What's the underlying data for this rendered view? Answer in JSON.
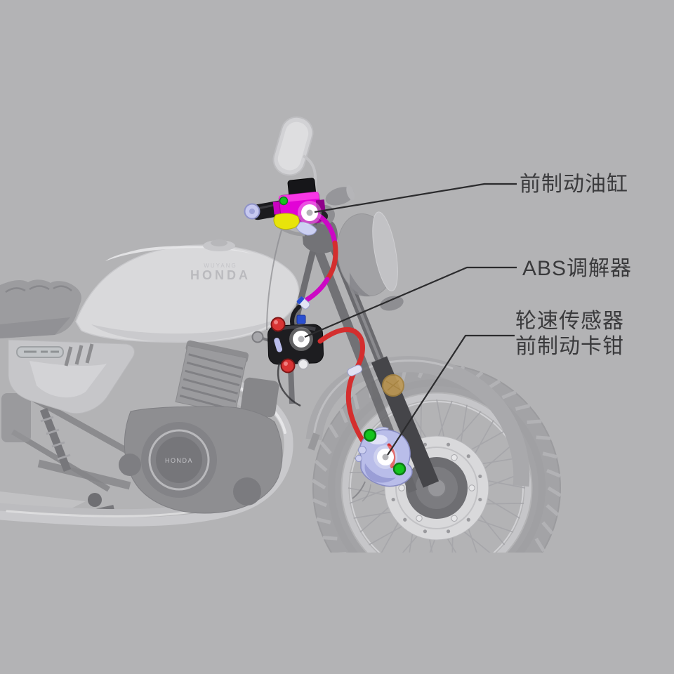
{
  "callouts": [
    {
      "label": "前制动油缸"
    },
    {
      "label": "ABS调解器"
    },
    {
      "label": "轮速传感器"
    },
    {
      "label": "前制动卡钳"
    }
  ],
  "branding": {
    "tank_sub": "WUYANG",
    "tank_main": "HONDA",
    "engine": "HONDA"
  },
  "colors": {
    "background": "#b3b3b5",
    "label_text": "#3a3a3c",
    "leader_line": "#2b2b2d",
    "highlight_magenta": "#e203d6",
    "hose_red": "#d42e2e",
    "hose_magenta": "#cc08c4",
    "modulator_black": "#1d1d20",
    "cap_red": "#d83434",
    "connector_blue": "#2a4fd0",
    "caliper_lavender": "#b9bde9",
    "bolt_green": "#14c41e",
    "accent_yellow": "#e8e40a",
    "marker_white": "#ffffff",
    "reflector_gold": "#bf9a55"
  }
}
